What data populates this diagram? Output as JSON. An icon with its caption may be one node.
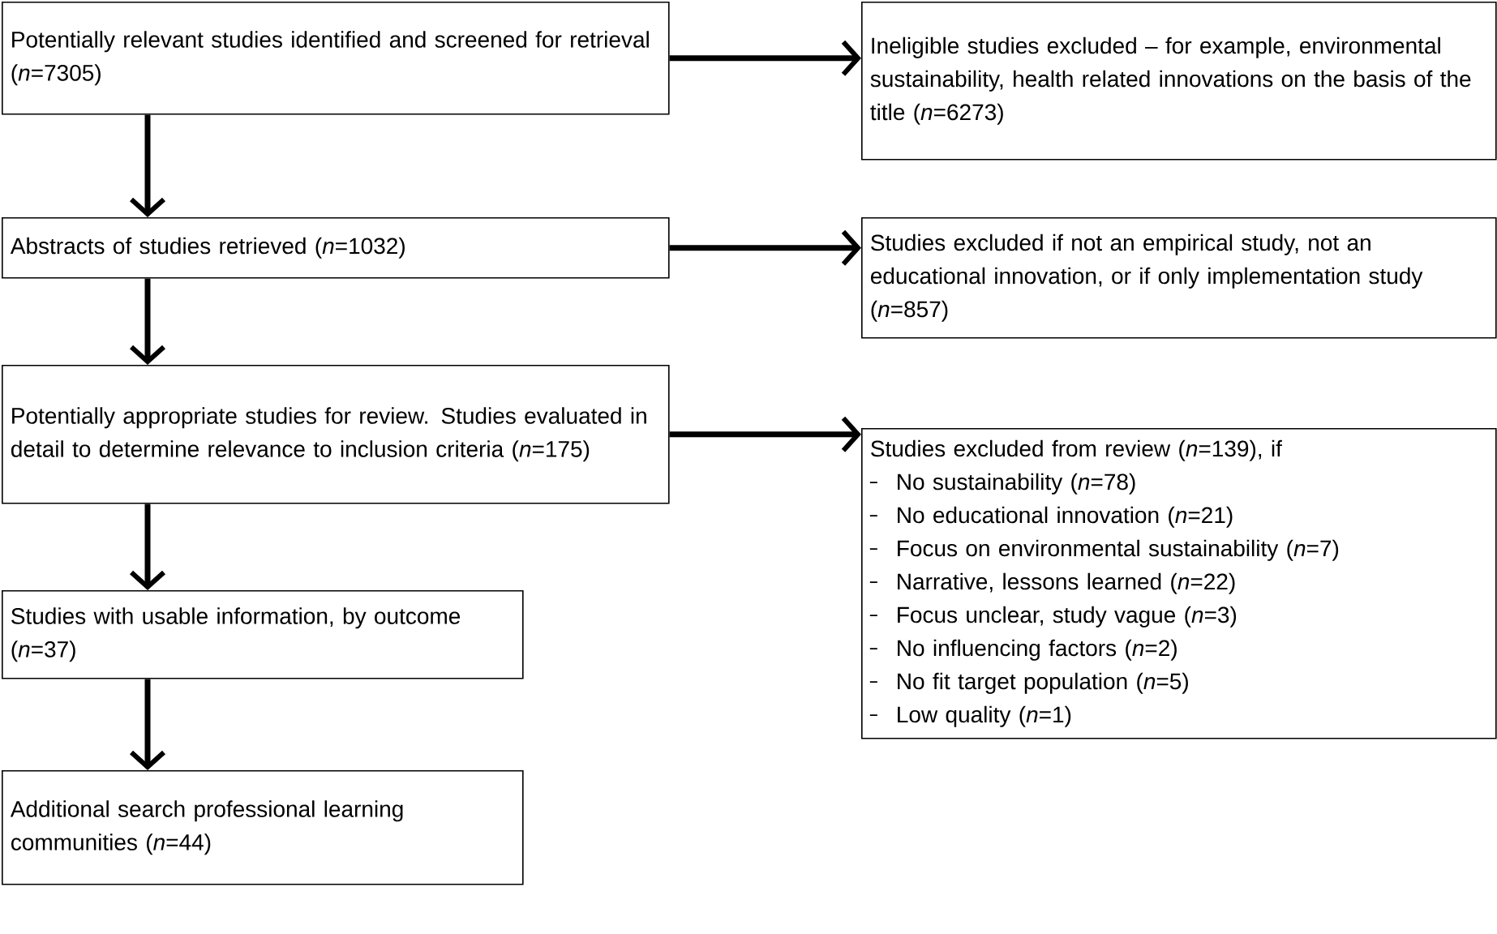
{
  "diagram": {
    "nodes": [
      {
        "text": [
          "Potentially relevant studies identified and screened for retrieval (*n*=7305)"
        ]
      },
      {
        "text": [
          "Ineligible studies excluded – for example, environmental sustainability, health related innovations on the basis of the title (*n*=6273)"
        ]
      },
      {
        "text": [
          "Abstracts of studies retrieved (*n*=1032)"
        ]
      },
      {
        "text": [
          "Studies excluded if not an empirical study, not an educational innovation, or if only implementation study (*n*=857)"
        ]
      },
      {
        "text": [
          "Potentially appropriate studies for review. Studies evaluated in detail to determine relevance to inclusion criteria (*n*=175)"
        ]
      },
      {
        "text": [
          "Studies excluded from review (*n*=139), if",
          "No sustainability (*n*=78)",
          "No educational innovation (*n*=21)",
          "Focus on environmental sustainability (*n*=7)",
          "Narrative, lessons learned (*n*=22)",
          "Focus unclear, study vague (*n*=3)",
          "No influencing factors (*n*=2)",
          "No fit target population (*n*=5)",
          "Low quality (*n*=1)"
        ]
      },
      {
        "text": [
          "Studies with usable information, by outcome (*n*=37)"
        ]
      },
      {
        "text": [
          "Additional search professional learning communities (*n*=44)"
        ]
      }
    ],
    "edges": [
      {
        "from": 0,
        "to": 1,
        "arrow": "to"
      },
      {
        "from": 0,
        "to": 2,
        "arrow": "to"
      },
      {
        "from": 2,
        "to": 3,
        "arrow": "to"
      },
      {
        "from": 2,
        "to": 4,
        "arrow": "to"
      },
      {
        "from": 4,
        "to": 5,
        "arrow": "to"
      },
      {
        "from": 4,
        "to": 6,
        "arrow": "to"
      },
      {
        "from": 6,
        "to": 7,
        "arrow": "to"
      }
    ]
  }
}
